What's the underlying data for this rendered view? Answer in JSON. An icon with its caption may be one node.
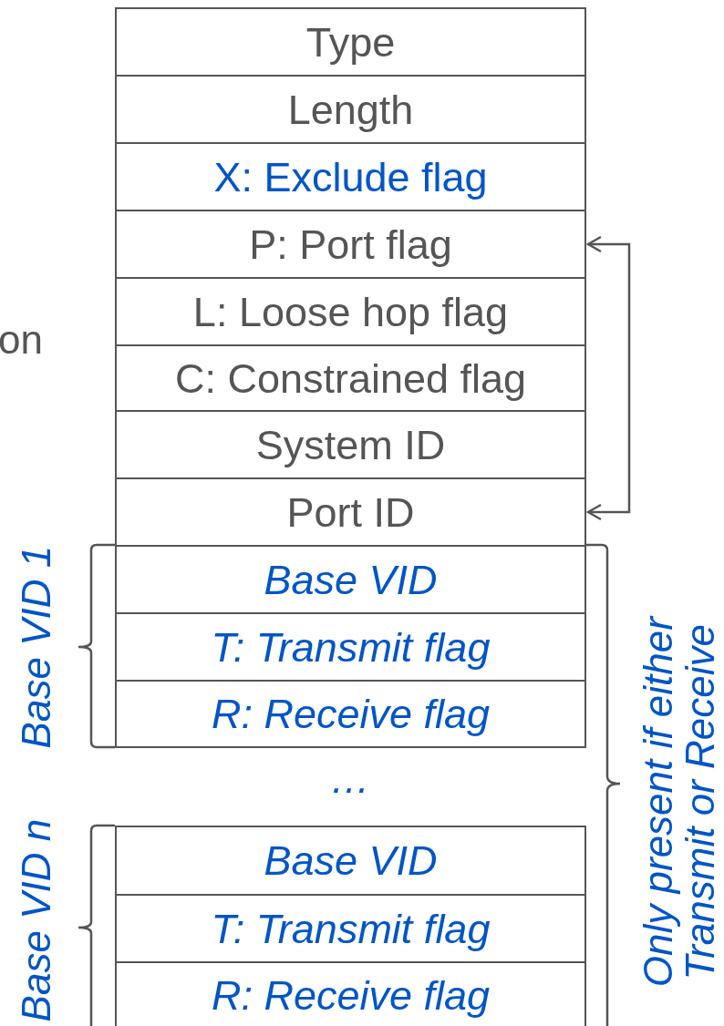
{
  "diagram": {
    "nodes": [
      {
        "text": [
          "Type"
        ]
      },
      {
        "text": [
          "Length"
        ]
      },
      {
        "text": [
          "X: Exclude flag"
        ]
      },
      {
        "text": [
          "P: Port flag"
        ]
      },
      {
        "text": [
          "L: Loose hop flag"
        ]
      },
      {
        "text": [
          "C: Constrained flag"
        ]
      },
      {
        "text": [
          "System ID"
        ]
      },
      {
        "text": [
          "Port ID"
        ]
      },
      {
        "text": [
          "Base VID"
        ]
      },
      {
        "text": [
          "T: Transmit flag"
        ]
      },
      {
        "text": [
          "R: Receive flag"
        ]
      },
      {
        "text": [
          "Base VID"
        ]
      },
      {
        "text": [
          "T: Transmit flag"
        ]
      },
      {
        "text": [
          "R: Receive flag"
        ]
      }
    ],
    "edges": [
      {
        "from": 7,
        "to": 3,
        "arrow": "both"
      }
    ],
    "labels": [
      "on",
      "Base VID 1",
      "…",
      "Base VID n",
      "Only present if either Transmit or Receive"
    ]
  }
}
